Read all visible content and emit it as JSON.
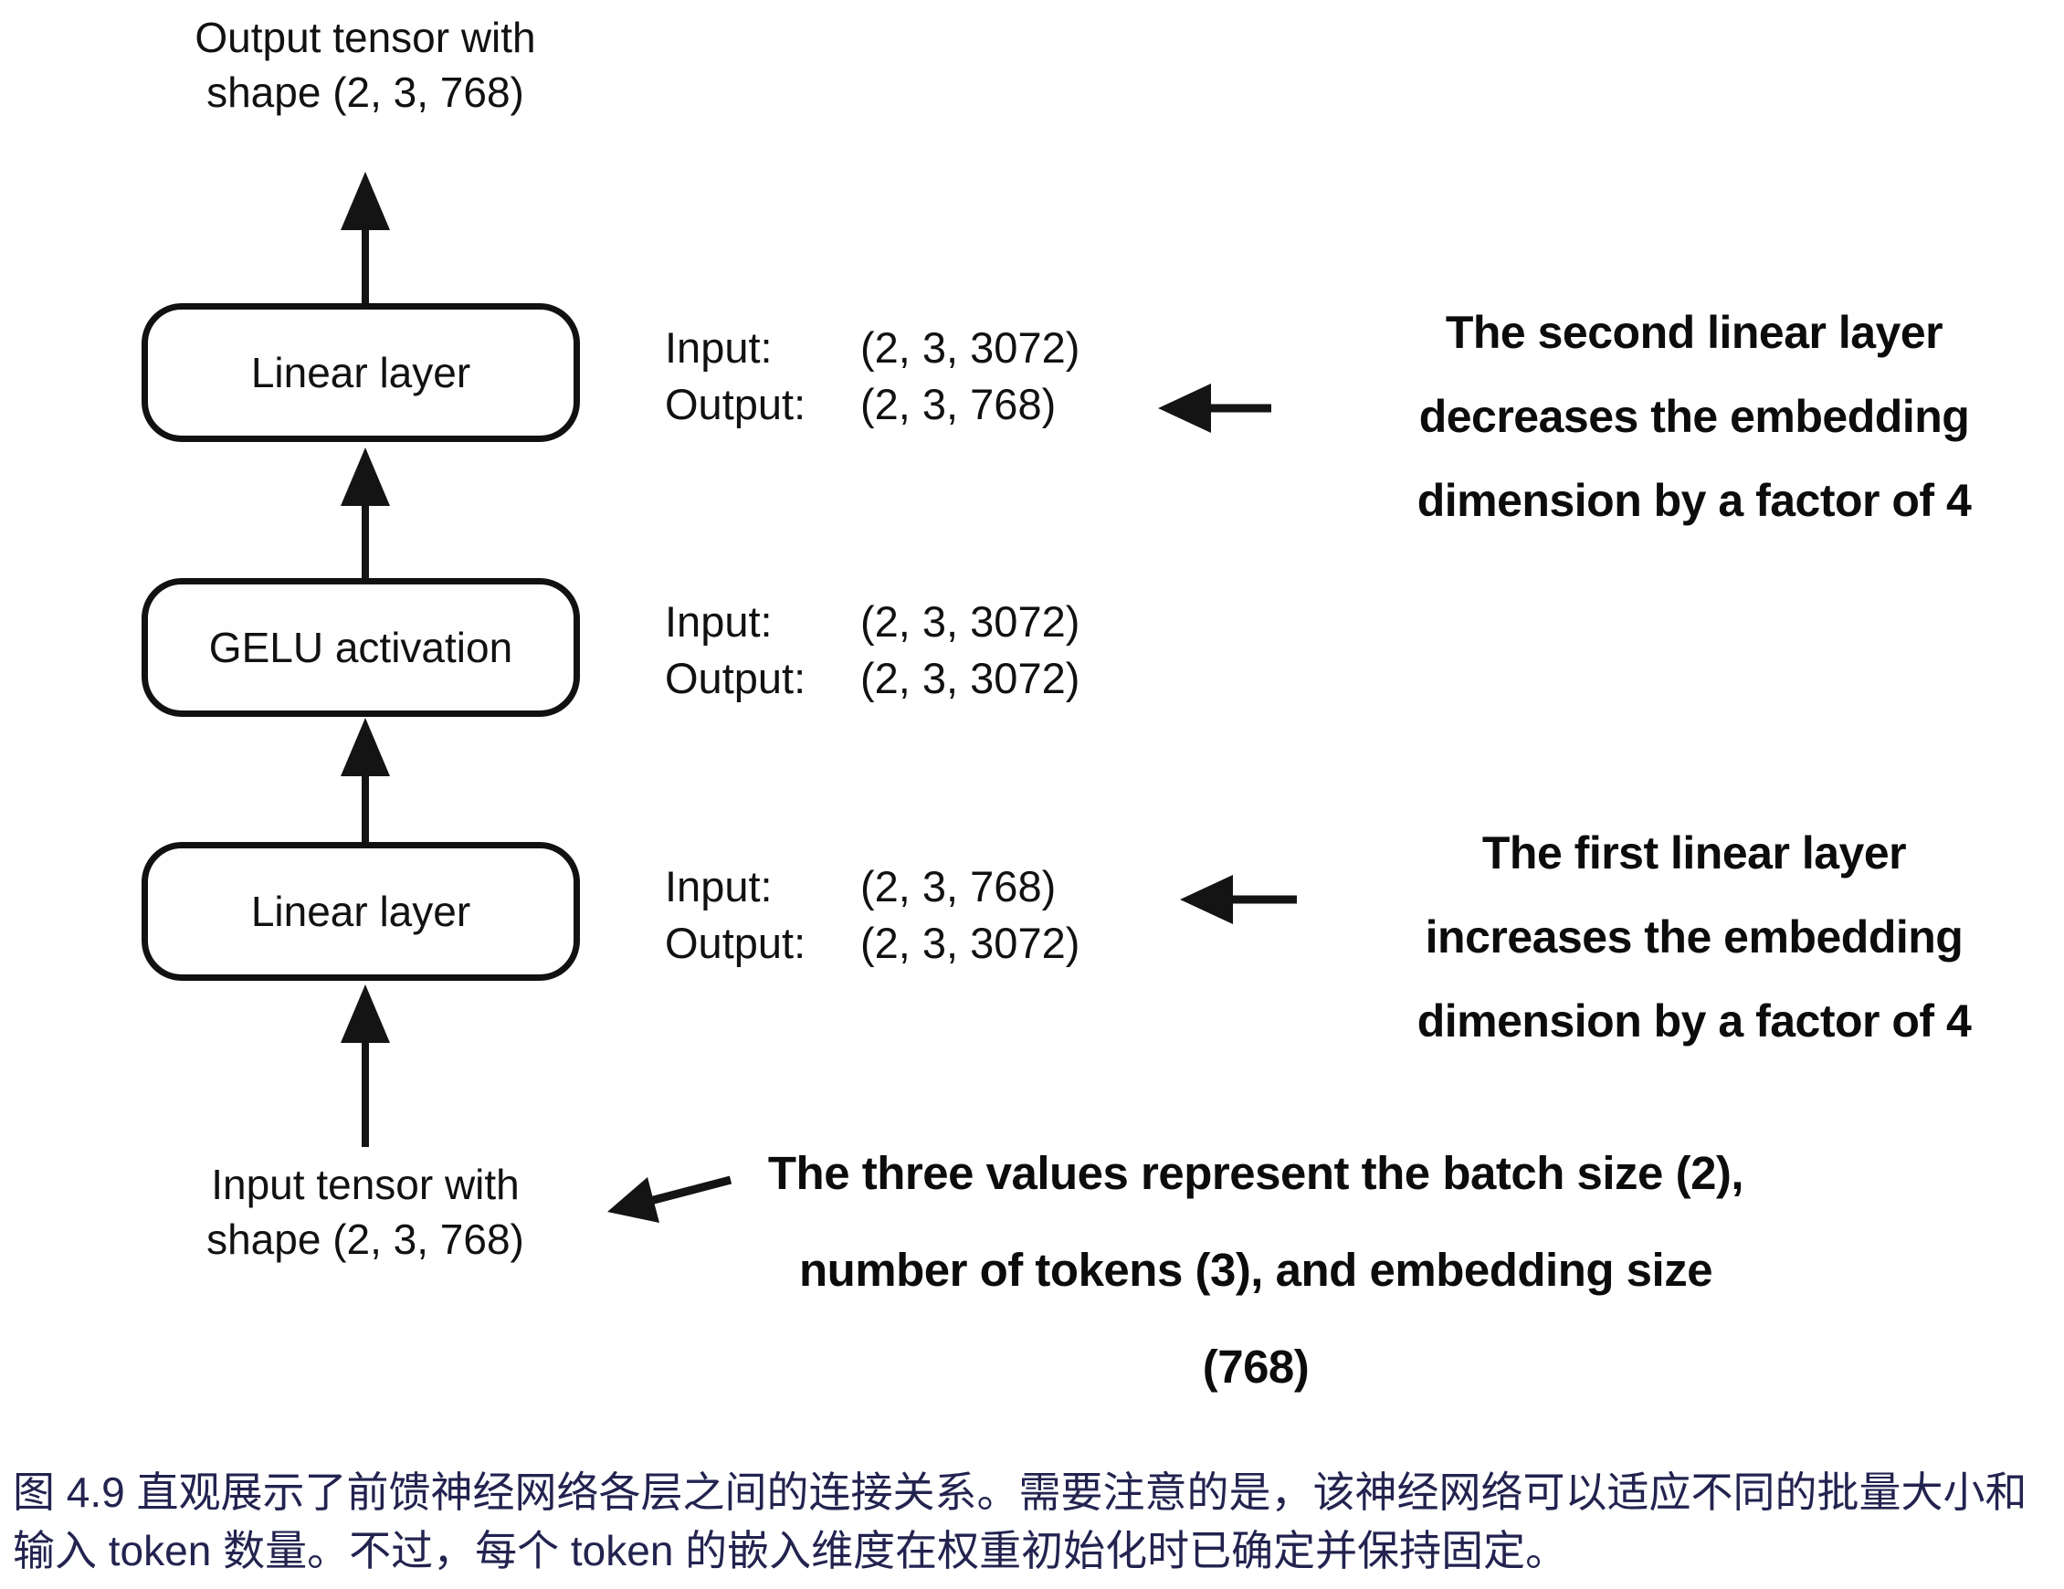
{
  "diagram": {
    "top_label": {
      "line1": "Output tensor with",
      "line2": "shape (2, 3, 768)"
    },
    "bottom_label": {
      "line1": "Input tensor with",
      "line2": "shape (2, 3, 768)"
    },
    "nodes": [
      {
        "label": "Linear layer",
        "io": {
          "input_label": "Input:",
          "input_value": "(2, 3, 3072)",
          "output_label": "Output:",
          "output_value": "(2, 3, 768)"
        }
      },
      {
        "label": "GELU activation",
        "io": {
          "input_label": "Input:",
          "input_value": "(2, 3, 3072)",
          "output_label": "Output:",
          "output_value": "(2, 3, 3072)"
        }
      },
      {
        "label": "Linear layer",
        "io": {
          "input_label": "Input:",
          "input_value": "(2, 3, 768)",
          "output_label": "Output:",
          "output_value": "(2, 3, 3072)"
        }
      }
    ],
    "annotations": {
      "second_linear": {
        "line1": "The second linear layer",
        "line2": "decreases the embedding",
        "line3": "dimension by a factor of 4"
      },
      "first_linear": {
        "line1": "The first linear layer",
        "line2": "increases the embedding",
        "line3": "dimension by a factor of 4"
      },
      "tensor_values": {
        "line1": "The three values represent the batch size (2),",
        "line2": "number of tokens (3), and embedding size",
        "line3": "(768)"
      }
    }
  },
  "caption": {
    "line1": "图 4.9 直观展示了前馈神经网络各层之间的连接关系。需要注意的是，该神经网络可以适应不同的批量大小和",
    "line2": "输入 token 数量。不过，每个 token 的嵌入维度在权重初始化时已确定并保持固定。"
  },
  "colors": {
    "ink": "#141414",
    "caption": "#232350",
    "background": "#ffffff"
  }
}
